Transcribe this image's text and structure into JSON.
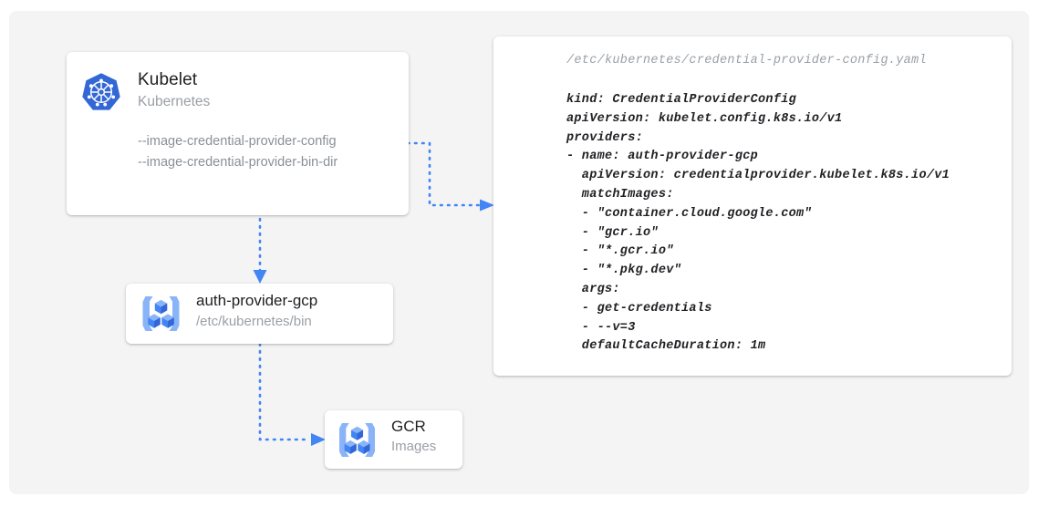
{
  "theme": {
    "page_background": "#ffffff",
    "panel_background": "#f4f4f4",
    "card_background": "#ffffff",
    "accent_blue": "#4285f4",
    "icon_blue": "#3367d6",
    "icon_blue_light": "#8ab4f8",
    "text_primary": "#202124",
    "text_secondary": "#9aa0a6",
    "connector_color": "#4285f4"
  },
  "nodes": {
    "kubelet": {
      "title": "Kubelet",
      "subtitle": "Kubernetes",
      "icon": "kubernetes-logo-icon",
      "flags": [
        "--image-credential-provider-config",
        "--image-credential-provider-bin-dir"
      ]
    },
    "auth_provider": {
      "title": "auth-provider-gcp",
      "subtitle": "/etc/kubernetes/bin",
      "icon": "container-registry-icon"
    },
    "gcr": {
      "title": "GCR",
      "subtitle": "Images",
      "icon": "container-registry-icon"
    }
  },
  "yaml_card": {
    "filename": "/etc/kubernetes/credential-provider-config.yaml",
    "lines": [
      "kind: CredentialProviderConfig",
      "apiVersion: kubelet.config.k8s.io/v1",
      "providers:",
      "- name: auth-provider-gcp",
      "  apiVersion: credentialprovider.kubelet.k8s.io/v1",
      "  matchImages:",
      "  - \"container.cloud.google.com\"",
      "  - \"gcr.io\"",
      "  - \"*.gcr.io\"",
      "  - \"*.pkg.dev\"",
      "  args:",
      "  - get-credentials",
      "  - --v=3",
      "  defaultCacheDuration: 1m"
    ]
  },
  "connectors": [
    {
      "name": "kubelet-config-flag-to-yaml",
      "from": "kubelet.flags.0",
      "to": "yaml_card",
      "style": "dotted",
      "arrow": "right"
    },
    {
      "name": "kubelet-to-auth-provider",
      "from": "kubelet",
      "to": "auth_provider",
      "style": "dotted",
      "arrow": "down"
    },
    {
      "name": "auth-provider-to-gcr",
      "from": "auth_provider",
      "to": "gcr",
      "style": "dotted",
      "arrow": "right"
    }
  ]
}
